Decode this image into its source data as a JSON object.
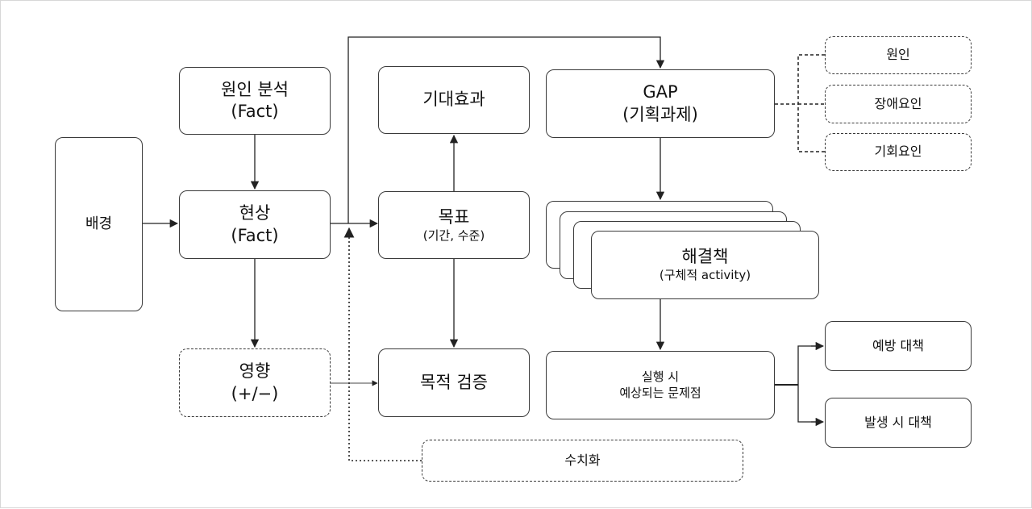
{
  "nodes": {
    "background": {
      "label": "배경"
    },
    "cause_analysis": {
      "line1": "원인 분석",
      "line2": "(Fact)"
    },
    "phenomenon": {
      "line1": "현상",
      "line2": "(Fact)"
    },
    "impact": {
      "line1": "영향",
      "line2": "(+/−)"
    },
    "expected_effect": {
      "label": "기대효과"
    },
    "goal": {
      "line1": "목표",
      "line2": "(기간, 수준)"
    },
    "goal_verification": {
      "label": "목적 검증"
    },
    "quantification": {
      "label": "수치화"
    },
    "gap": {
      "line1": "GAP",
      "line2": "(기획과제)"
    },
    "cause": {
      "label": "원인"
    },
    "obstacle": {
      "label": "장애요인"
    },
    "opportunity": {
      "label": "기회요인"
    },
    "solution": {
      "line1": "해결책",
      "line2": "(구체적 activity)"
    },
    "expected_problems": {
      "line1": "실행 시",
      "line2": "예상되는 문제점"
    },
    "prevention": {
      "label": "예방 대책"
    },
    "response": {
      "label": "발생 시 대책"
    }
  },
  "colors": {
    "line": "#222222",
    "border": "#3a3a3a",
    "frame": "#d7d7d7"
  }
}
